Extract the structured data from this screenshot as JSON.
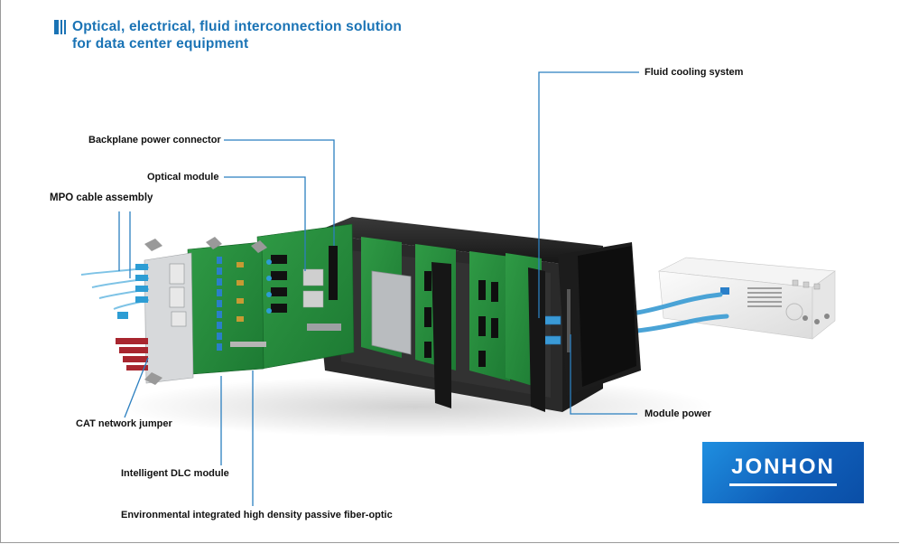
{
  "title": {
    "line1": "Optical, electrical, fluid interconnection solution",
    "line2": "for data center equipment"
  },
  "labels": {
    "fluid_cooling": "Fluid cooling system",
    "backplane_power": "Backplane power connector",
    "optical_module": "Optical module",
    "mpo_cable": "MPO cable assembly",
    "cat_jumper": "CAT network jumper",
    "dlc_module": "Intelligent DLC module",
    "fiber_optic": "Environmental integrated high density passive fiber-optic",
    "module_power": "Module power"
  },
  "logo": {
    "text": "JONHON"
  },
  "colors": {
    "accent": "#1a73b5",
    "leader": "#2b7fc0",
    "logo": "#1479d1"
  }
}
